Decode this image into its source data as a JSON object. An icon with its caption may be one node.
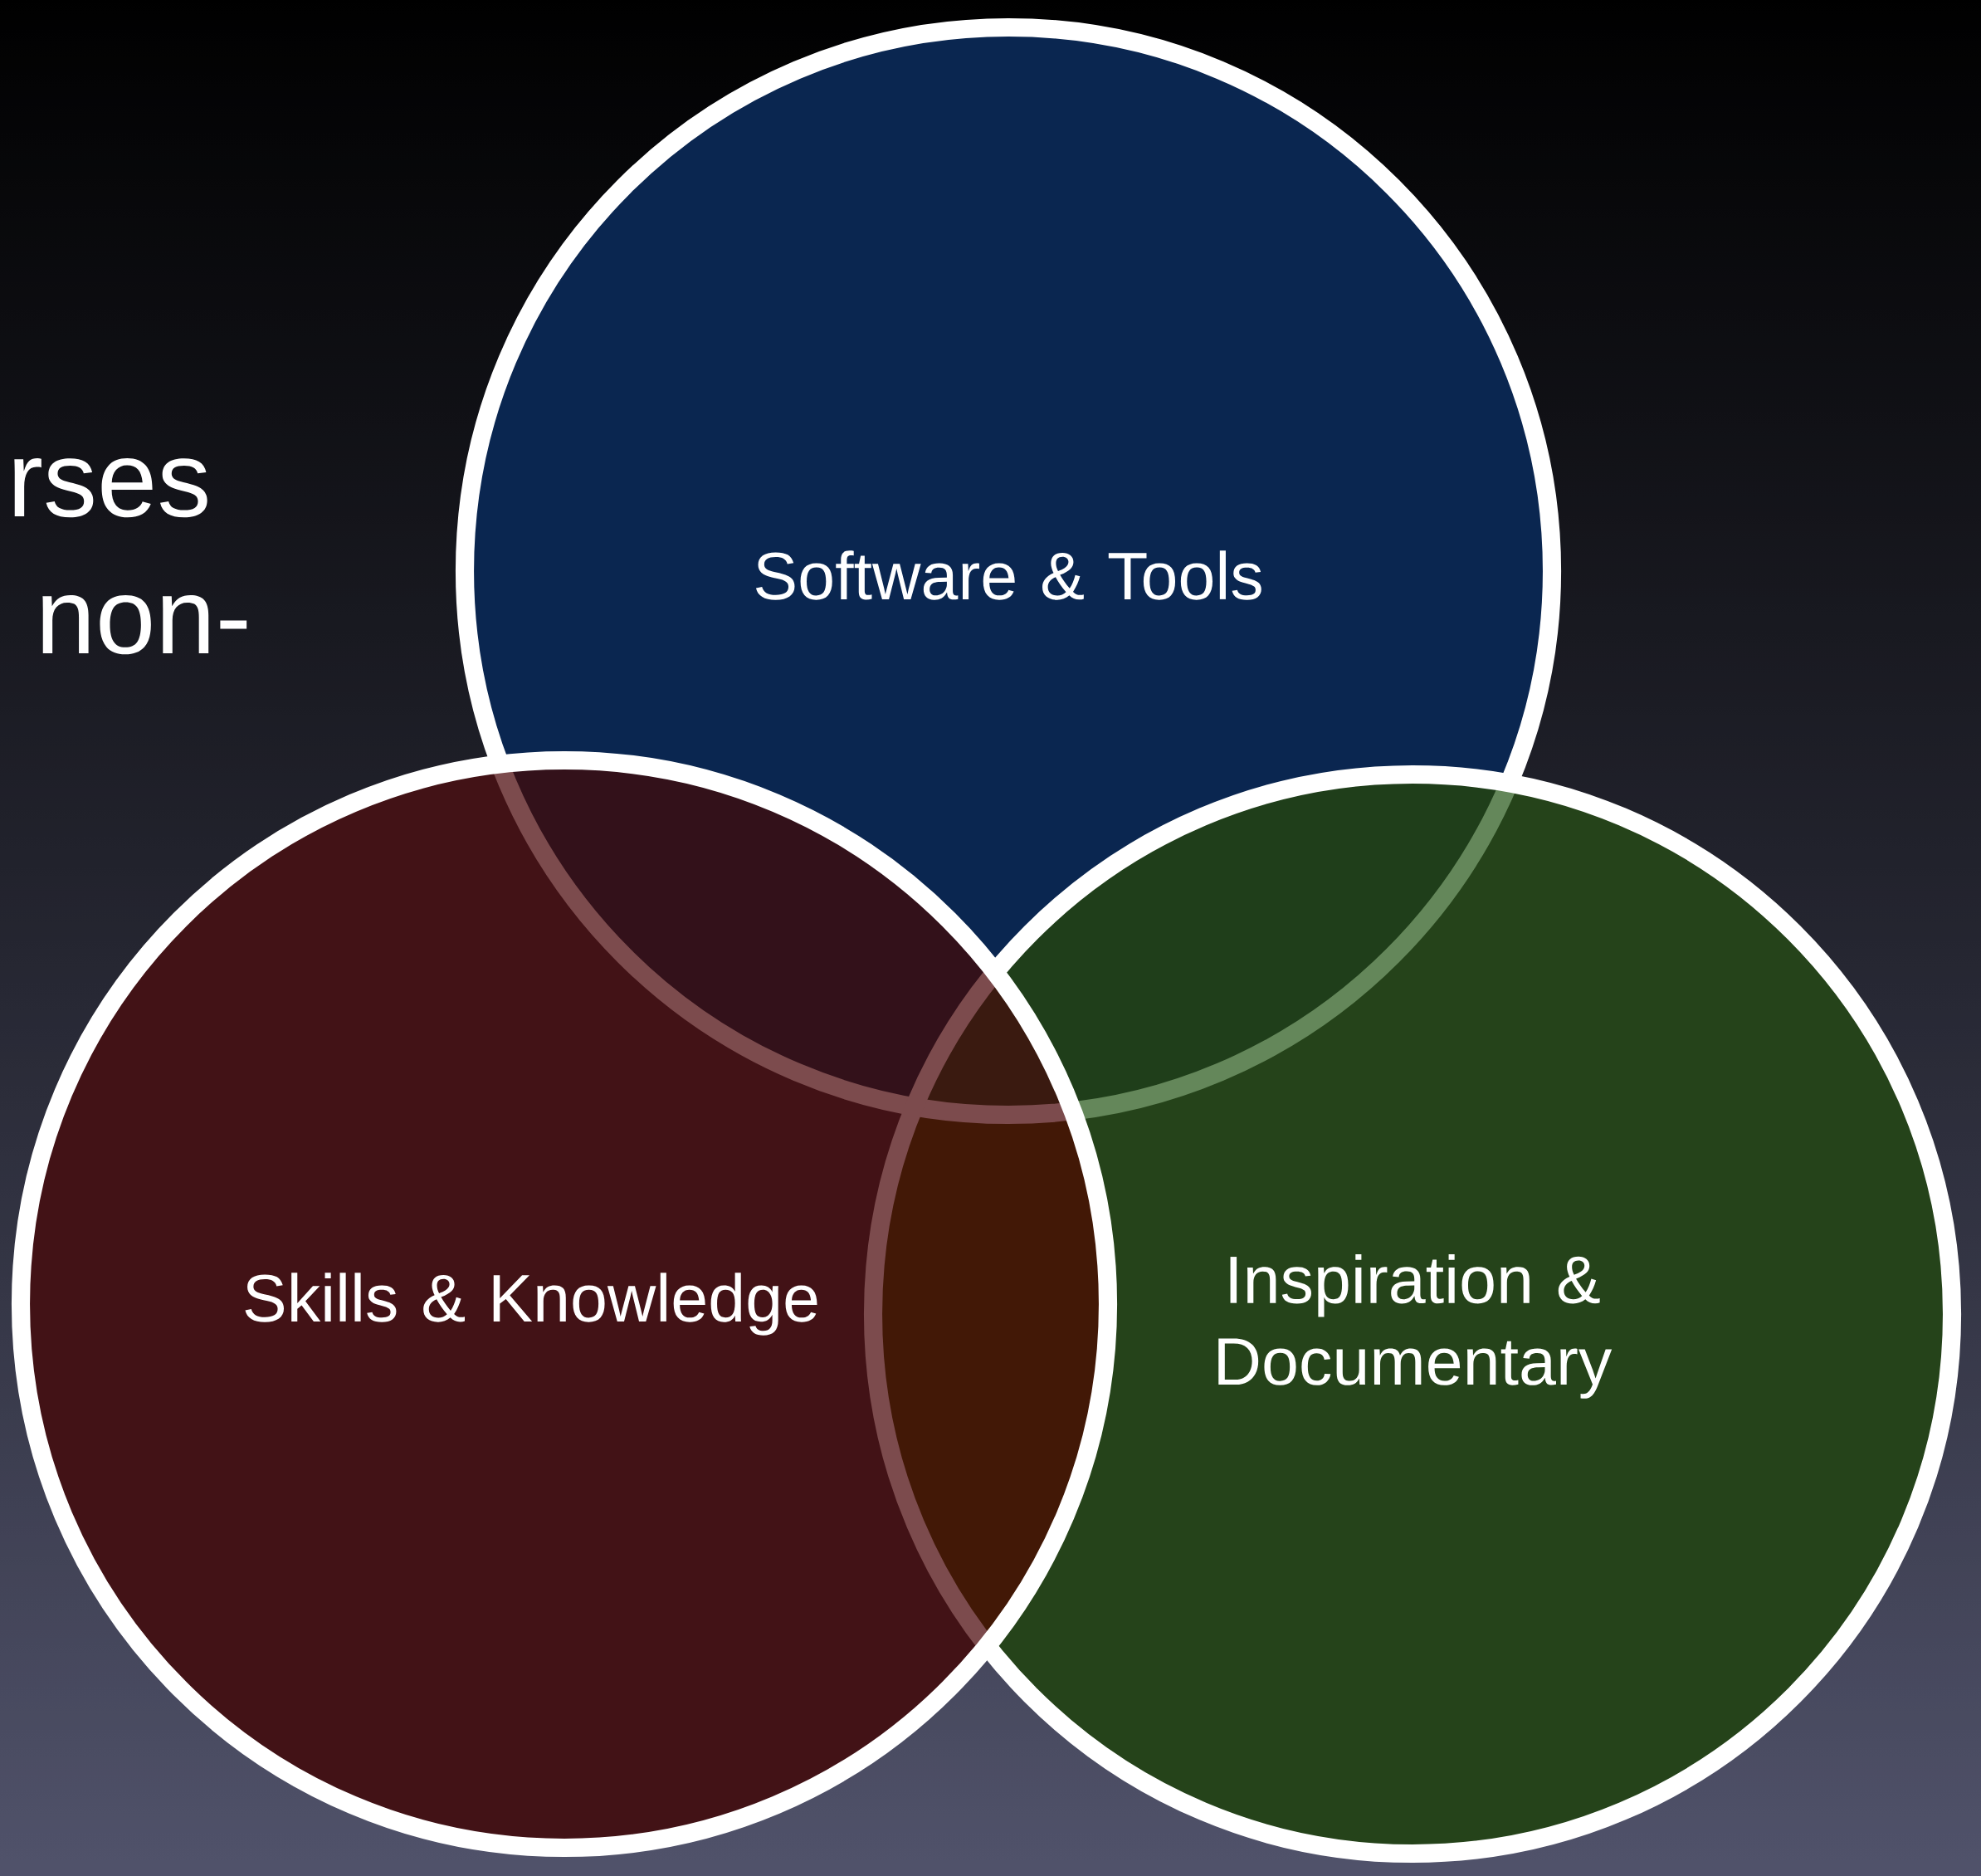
{
  "diagram": {
    "nodes": [
      {
        "text": [
          "Software & Tools"
        ]
      },
      {
        "text": [
          "Skills & Knowledge"
        ]
      },
      {
        "text": [
          "Inspiration & Documentary"
        ]
      }
    ],
    "labels": [
      "rses",
      "non-"
    ]
  }
}
